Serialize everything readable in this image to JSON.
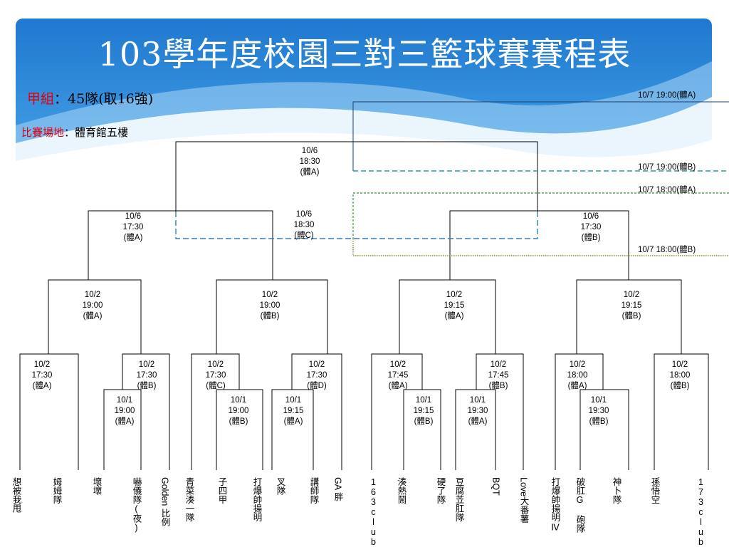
{
  "title": "103學年度校園三對三籃球賽賽程表",
  "group": {
    "name": "甲組",
    "sep": "：",
    "desc": "45隊(取16強)"
  },
  "venue": {
    "label": "比賽場地",
    "sep": "：",
    "value": "體育館五樓"
  },
  "semifinals": [
    "10/7 19:00(體A)",
    "10/7 19:00(體B)",
    "10/7 18:00(體A)",
    "10/7 18:00(體B)"
  ],
  "rounds": {
    "r4": [
      {
        "date": "10/6",
        "time": "18:30",
        "court": "(體A)"
      },
      {
        "date": "10/6",
        "time": "18:30",
        "court": "(體C)"
      }
    ],
    "r3": [
      {
        "date": "10/6",
        "time": "17:30",
        "court": "(體A)"
      },
      {
        "date": "10/6",
        "time": "17:30",
        "court": "(體B)"
      }
    ],
    "r2": [
      {
        "date": "10/2",
        "time": "19:00",
        "court": "(體A)"
      },
      {
        "date": "10/2",
        "time": "19:00",
        "court": "(體B)"
      },
      {
        "date": "10/2",
        "time": "19:15",
        "court": "(體A)"
      },
      {
        "date": "10/2",
        "time": "19:15",
        "court": "(體B)"
      }
    ],
    "r1b": [
      {
        "date": "10/2",
        "time": "17:30",
        "court": "(體A)"
      },
      {
        "date": "10/2",
        "time": "17:30",
        "court": "(體B)"
      },
      {
        "date": "10/2",
        "time": "17:30",
        "court": "(體C)"
      },
      {
        "date": "10/2",
        "time": "17:30",
        "court": "(體D)"
      },
      {
        "date": "10/2",
        "time": "17:45",
        "court": "(體A)"
      },
      {
        "date": "10/2",
        "time": "17:45",
        "court": "(體B)"
      },
      {
        "date": "10/2",
        "time": "18:00",
        "court": "(體A)"
      },
      {
        "date": "10/2",
        "time": "18:00",
        "court": "(體B)"
      }
    ],
    "r1a": [
      {
        "date": "10/1",
        "time": "19:00",
        "court": "(體A)"
      },
      {
        "date": "10/1",
        "time": "19:00",
        "court": "(體B)"
      },
      {
        "date": "10/1",
        "time": "19:15",
        "court": "(體A)"
      },
      {
        "date": "10/1",
        "time": "19:15",
        "court": "(體B)"
      },
      {
        "date": "10/1",
        "time": "19:30",
        "court": "(體A)"
      },
      {
        "date": "10/1",
        "time": "19:30",
        "court": "(體B)"
      }
    ]
  },
  "teams": [
    "想被我甩",
    "姆姆隊",
    "壞壞",
    "嚇儀隊(夜)",
    "Golden 比例",
    "青菜湊一隊",
    "子四甲",
    "打爆帥揚明",
    "叉隊",
    "講師隊",
    "GA 胖",
    "163club",
    "湊熱鬧",
    "硬了隊",
    "豆腐苙肛隊",
    "BQT",
    "Love大番薯",
    "打爆帥揚明Ⅳ",
    "破肛G 砲隊",
    "神卜隊",
    "孫悟空",
    "173club"
  ],
  "colors": {
    "banner": "#2e8ad8",
    "banner_light": "#a9d7f6",
    "semi_blue": "#2a7fc4",
    "semi_green": "#3f8f3f",
    "semi_olive": "#8a8a30",
    "line": "#000000"
  }
}
